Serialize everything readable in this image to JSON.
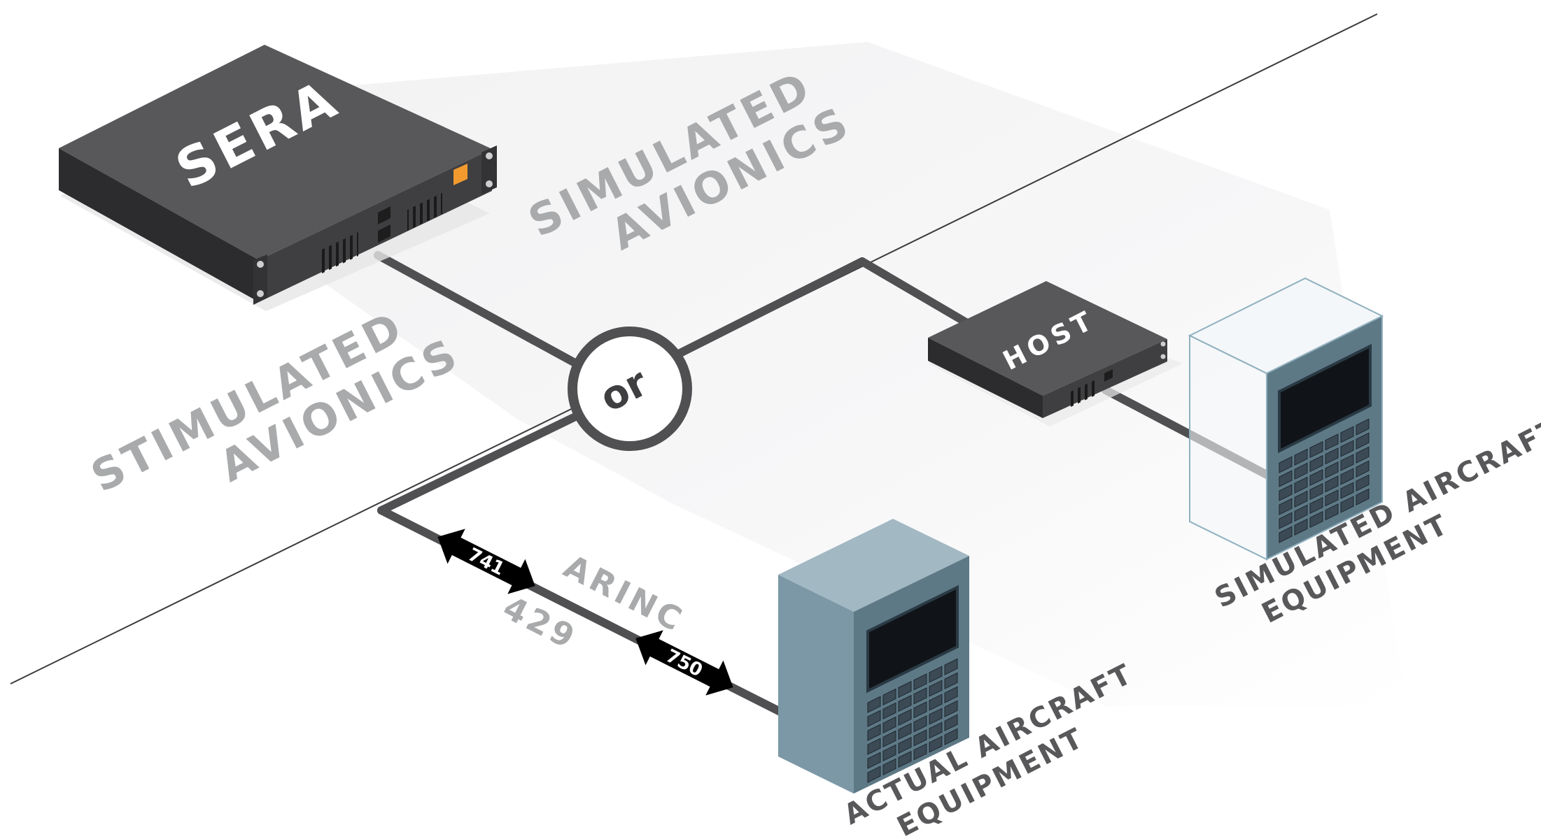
{
  "devices": {
    "sera_label": "SERA",
    "host_label": "HOST"
  },
  "zones": {
    "simulated_avionics": [
      "SIMULATED",
      "AVIONICS"
    ],
    "stimulated_avionics": [
      "STIMULATED",
      "AVIONICS"
    ]
  },
  "junction": {
    "label": "or"
  },
  "bus": {
    "name": "ARINC",
    "number": "429",
    "arrow_a": "741",
    "arrow_b": "750"
  },
  "equipment": {
    "actual": [
      "ACTUAL AIRCRAFT",
      "EQUIPMENT"
    ],
    "simulated": [
      "SIMULATED AIRCRAFT",
      "EQUIPMENT"
    ]
  },
  "colors": {
    "device_top": "#58585a",
    "device_front": "#3f3f41",
    "device_side": "#2c2c2e",
    "line": "#505052",
    "label_gray": "#a9aaab",
    "label_dark": "#58585a",
    "orange_accent": "#f29a2e",
    "cdu_front": "#5e7986",
    "cdu_side": "#7c98a6",
    "cdu_top": "#a2b8c3"
  }
}
